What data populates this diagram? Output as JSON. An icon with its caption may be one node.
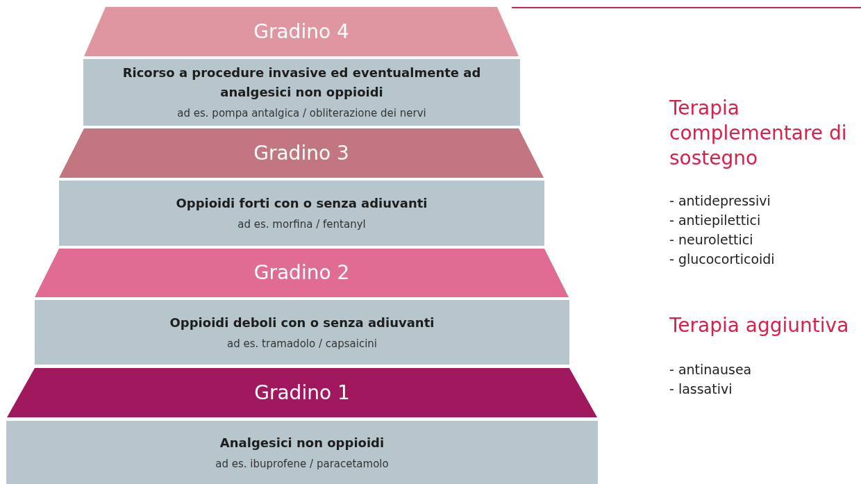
{
  "diagram": {
    "nodes": [
      {
        "text": [
          "Gradino 4"
        ]
      },
      {
        "text": [
          "Ricorso a procedure invasive ed eventualmente ad analgesici non oppioidi",
          "ad es. pompa antalgica / obliterazione dei nervi"
        ]
      },
      {
        "text": [
          "Gradino 3"
        ]
      },
      {
        "text": [
          "Oppioidi forti con o senza adiuvanti",
          "ad es. morfina / fentanyl"
        ]
      },
      {
        "text": [
          "Gradino 2"
        ]
      },
      {
        "text": [
          "Oppioidi deboli con o senza adiuvanti",
          "ad es. tramadolo / capsaicini"
        ]
      },
      {
        "text": [
          "Gradino 1"
        ]
      },
      {
        "text": [
          "Analgesici non oppioidi",
          "ad es. ibuprofene / paracetamolo"
        ]
      }
    ],
    "labels": [
      "Terapia complementare di sostegno",
      "- antidepressivi",
      "- antiepilettici",
      "- neurolettici",
      "- glucocorticoidi",
      "Terapia aggiuntiva",
      "- antinausea",
      "- lassativi"
    ]
  }
}
